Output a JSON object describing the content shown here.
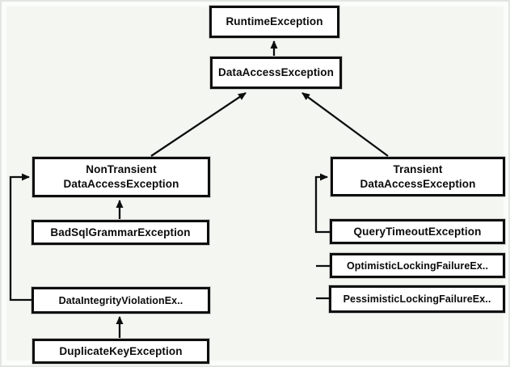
{
  "diagram": {
    "description": "Class inheritance diagram of Spring data access exceptions",
    "nodes": {
      "runtime": {
        "label": "RuntimeException"
      },
      "dataAccess": {
        "label": "DataAccessException"
      },
      "nonTransient": {
        "line1": "NonTransient",
        "line2": "DataAccessException"
      },
      "badSql": {
        "label": "BadSqlGrammarException"
      },
      "dataIntegrity": {
        "label": "DataIntegrityViolationEx.."
      },
      "duplicateKey": {
        "label": "DuplicateKeyException"
      },
      "transient": {
        "line1": "Transient",
        "line2": "DataAccessException"
      },
      "queryTimeout": {
        "label": "QueryTimeoutException"
      },
      "optimisticLock": {
        "label": "OptimisticLockingFailureEx.."
      },
      "pessimisticLock": {
        "label": "PessimisticLockingFailureEx.."
      }
    },
    "edges": [
      {
        "from": "DataAccessException",
        "to": "RuntimeException"
      },
      {
        "from": "NonTransientDataAccessException",
        "to": "DataAccessException"
      },
      {
        "from": "TransientDataAccessException",
        "to": "DataAccessException"
      },
      {
        "from": "BadSqlGrammarException",
        "to": "NonTransientDataAccessException"
      },
      {
        "from": "DataIntegrityViolationEx..",
        "to": "NonTransientDataAccessException"
      },
      {
        "from": "DuplicateKeyException",
        "to": "DataIntegrityViolationEx.."
      },
      {
        "from": "QueryTimeoutException",
        "to": "TransientDataAccessException"
      },
      {
        "from": "OptimisticLockingFailureEx..",
        "to": "TransientDataAccessException"
      },
      {
        "from": "PessimisticLockingFailureEx..",
        "to": "TransientDataAccessException"
      }
    ],
    "colors": {
      "background": "#f4f6f2",
      "frame": "#e2e6e2",
      "box_fill": "#ffffff",
      "box_border": "#0e0e0e",
      "line": "#0d0d0d",
      "text": "#0b0b0b"
    }
  }
}
